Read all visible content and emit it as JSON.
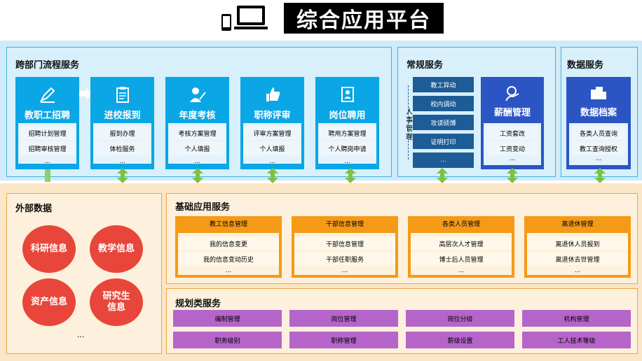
{
  "header": {
    "title": "综合应用平台",
    "icon": "computer-phone-icon"
  },
  "cross_dept": {
    "title": "跨部门流程服务",
    "cards": [
      {
        "name": "教职工招聘",
        "icon": "pen-icon",
        "items": [
          "招聘计划管理",
          "招聘审核管理"
        ],
        "more": "..."
      },
      {
        "name": "进校报到",
        "icon": "clipboard-icon",
        "items": [
          "报到办理",
          "体检服务"
        ],
        "more": "..."
      },
      {
        "name": "年度考核",
        "icon": "person-edit-icon",
        "items": [
          "考核方案管理",
          "个人填报"
        ],
        "more": "..."
      },
      {
        "name": "职称评审",
        "icon": "thumbs-up-icon",
        "items": [
          "评审方案管理",
          "个人填报"
        ],
        "more": "..."
      },
      {
        "name": "岗位聘用",
        "icon": "id-card-icon",
        "items": [
          "聘用方案管理",
          "个人聘岗申请"
        ],
        "more": "..."
      }
    ]
  },
  "routine": {
    "title": "常规服务",
    "hr_label": "人事管理",
    "hr_items": [
      "教工异动",
      "校内调动",
      "攻读硕博",
      "证明打印",
      "..."
    ],
    "salary": {
      "name": "薪酬管理",
      "icon": "money-hand-icon",
      "items": [
        "工资套改",
        "工资变动"
      ],
      "more": "..."
    }
  },
  "data_service": {
    "title": "数据服务",
    "card": {
      "name": "数据档案",
      "icon": "folder-icon",
      "items": [
        "各类人员查询",
        "教工查询授权"
      ],
      "more": "..."
    }
  },
  "external": {
    "title": "外部数据",
    "circles": [
      "科研信息",
      "教学信息",
      "资产信息",
      "研究生信息"
    ],
    "more": "..."
  },
  "basic": {
    "title": "基础应用服务",
    "cards": [
      {
        "name": "教工信息管理",
        "items": [
          "我的信息变更",
          "我的信息变动历史"
        ],
        "more": "..."
      },
      {
        "name": "干部信息管理",
        "items": [
          "干部信息管理",
          "干部任职服务"
        ],
        "more": "..."
      },
      {
        "name": "各类人员管理",
        "items": [
          "高层次人才管理",
          "博士后人员管理"
        ],
        "more": "..."
      },
      {
        "name": "离退休管理",
        "items": [
          "离退休人员报到",
          "离退休去世管理"
        ],
        "more": "..."
      }
    ]
  },
  "planning": {
    "title": "规划类服务",
    "row1": [
      "编制管理",
      "岗位管理",
      "岗位分级",
      "机构管理"
    ],
    "row2": [
      "职务级别",
      "职称管理",
      "薪级设置",
      "工人技术等级"
    ]
  },
  "colors": {
    "cyan": "#0aa6e6",
    "navy": "#2c55c4",
    "orange": "#f59a16",
    "red": "#e8463a",
    "purple": "#b565c9",
    "green_arrow": "#7dc242"
  }
}
